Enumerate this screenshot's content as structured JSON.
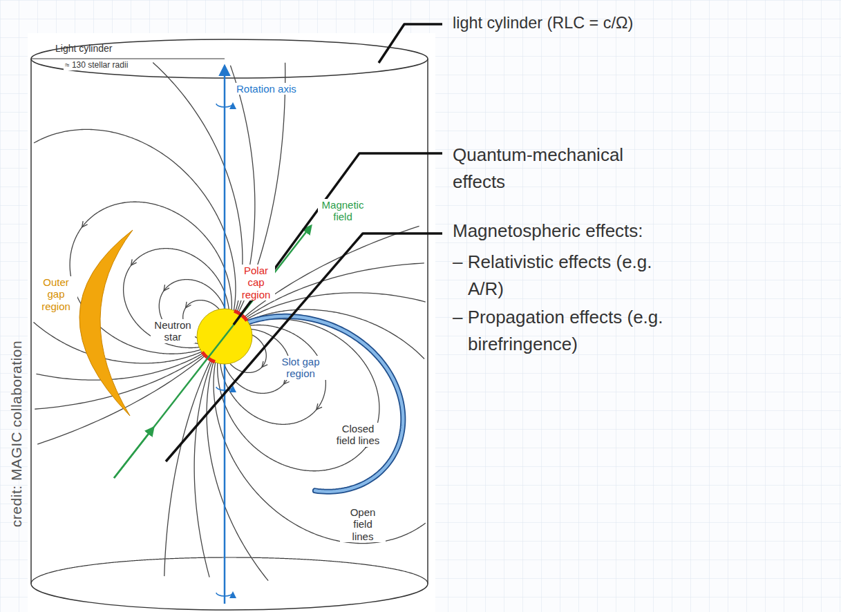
{
  "diagram": {
    "labels": [
      "light cylinder (RLC = c/Ω)",
      "Quantum-mechanical effects",
      "Magnetospheric effects:",
      "– Relativistic effects (e.g. A/R)",
      "– Propagation effects (e.g. birefringence)",
      "Light cylinder",
      "≈ 130 stellar radii",
      "Rotation axis",
      "Magnetic field",
      "Outer gap region",
      "Polar cap region",
      "Neutron star",
      "Slot gap region",
      "Closed field lines",
      "Open field lines",
      "credit: MAGIC collaboration"
    ]
  }
}
